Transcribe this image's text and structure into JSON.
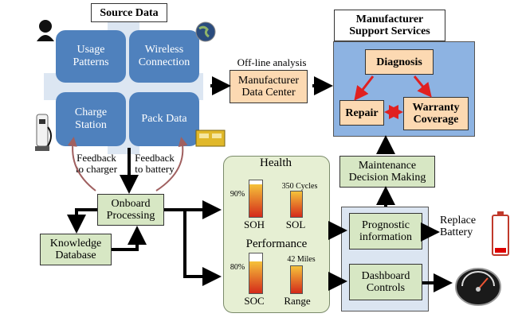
{
  "source": {
    "title": "Source Data",
    "usage": "Usage\nPatterns",
    "wireless": "Wireless\nConnection",
    "charge": "Charge\nStation",
    "pack": "Pack Data"
  },
  "offline_label": "Off-line analysis",
  "data_center": "Manufacturer\nData Center",
  "support": {
    "title": "Manufacturer\nSupport Services",
    "diagnosis": "Diagnosis",
    "repair": "Repair",
    "warranty": "Warranty\nCoverage"
  },
  "feedback_charger": "Feedback\nto charger",
  "feedback_battery": "Feedback\nto battery",
  "onboard": "Onboard\nProcessing",
  "knowledge": "Knowledge\nDatabase",
  "health_panel": {
    "health_title": "Health",
    "soh_pct": "90%",
    "soh_value": 0.9,
    "cycles": "350  Cycles",
    "soh": "SOH",
    "sol": "SOL",
    "performance_title": "Performance",
    "soc_pct": "80%",
    "soc_value": 0.8,
    "miles": "42 Miles",
    "soc": "SOC",
    "range": "Range"
  },
  "maintenance": "Maintenance\nDecision Making",
  "prognostic": "Prognostic\ninformation",
  "dashboard": "Dashboard\nControls",
  "replace": "Replace\nBattery",
  "colors": {
    "tile": "#4f81bd",
    "green": "#d7e7c4",
    "peach": "#fcd9b2",
    "panel_blue": "#8db3e2",
    "health_bg": "#e6efd3"
  }
}
